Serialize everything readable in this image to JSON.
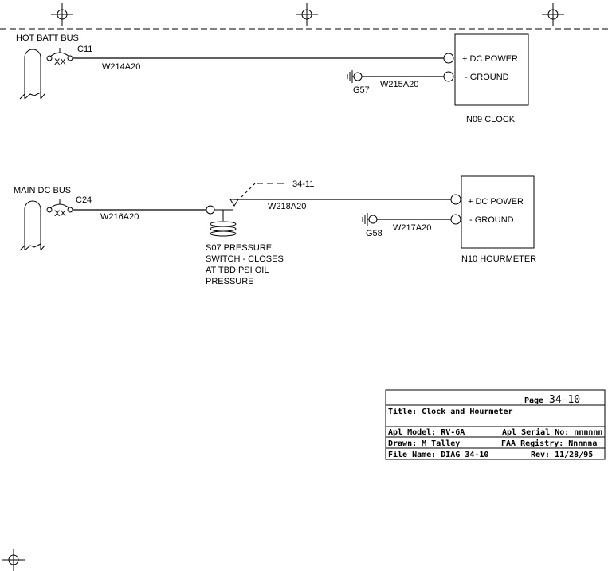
{
  "circuit_clock": {
    "bus_label": "HOT BATT BUS",
    "breaker_label": "C11",
    "breaker_mark": "XX",
    "power_wire": "W214A20",
    "ground_point": "G57",
    "ground_wire": "W215A20",
    "pin_power": "+ DC POWER",
    "pin_ground": "- GROUND",
    "device_label": "N09 CLOCK"
  },
  "circuit_hourmeter": {
    "bus_label": "MAIN DC BUS",
    "breaker_label": "C24",
    "breaker_mark": "XX",
    "power_wire": "W216A20",
    "switch_label_lines": [
      "S07 PRESSURE",
      "SWITCH - CLOSES",
      "AT TBD PSI OIL",
      "PRESSURE"
    ],
    "reference": "34-11",
    "switched_wire": "W218A20",
    "ground_point": "G58",
    "ground_wire": "W217A20",
    "pin_power": "+ DC POWER",
    "pin_ground": "- GROUND",
    "device_label": "N10 HOURMETER"
  },
  "title_block": {
    "page_label": "Page",
    "page_number": "34-10",
    "title": "Title: Clock and Hourmeter",
    "model": "Apl Model: RV-6A",
    "serial": "Apl Serial No: nnnnnn",
    "drawn": "Drawn: M Talley",
    "registry": "FAA Registry: Nnnnna",
    "file_name": "File Name: DIAG 34-10",
    "revision": "Rev: 11/28/95"
  }
}
